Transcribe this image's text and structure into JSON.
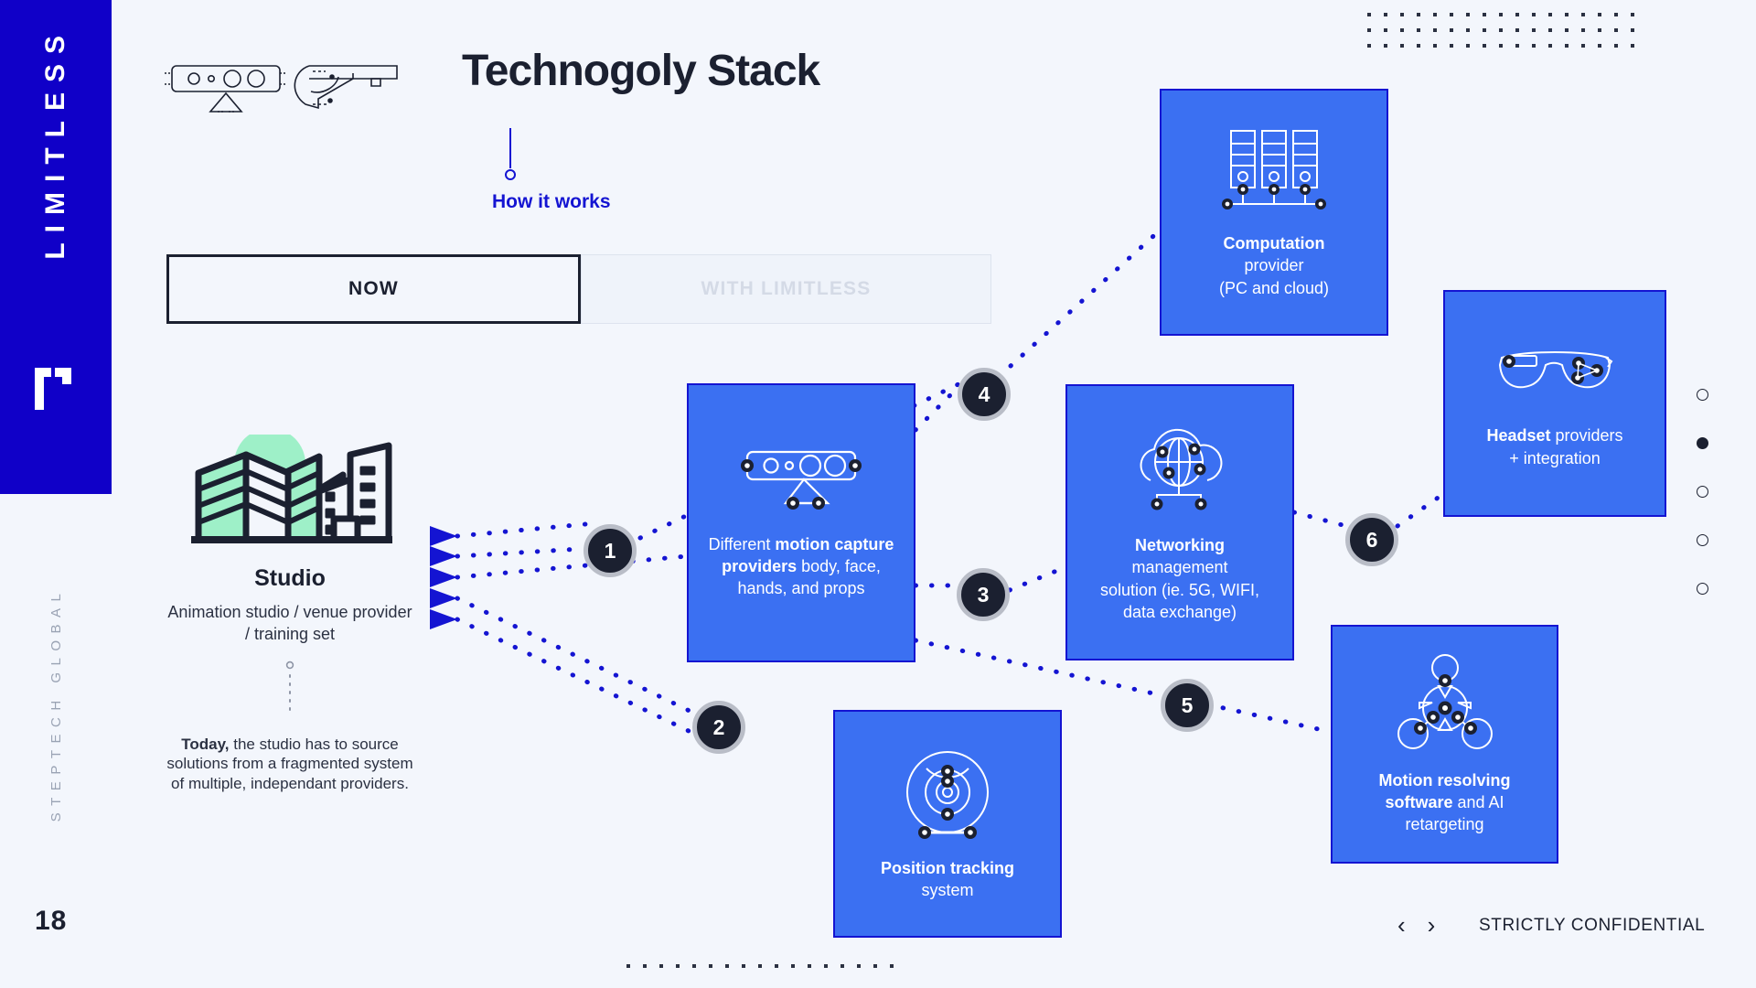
{
  "brand": {
    "name": "LIMITLESS",
    "logo_icon": "limitless-corner-logo-icon",
    "sub_brand": "STEPTECH GLOBAL",
    "page_number": "18"
  },
  "header": {
    "title": "Technogoly Stack",
    "subtitle": "How it works",
    "sensor_icon": "motion-capture-sensor-icon",
    "headset_icon": "vr-headset-icon",
    "connector_icon": "vertical-connector-icon"
  },
  "toggle": {
    "tabs": [
      {
        "label": "NOW",
        "active": true
      },
      {
        "label": "WITH LIMITLESS",
        "active": false
      }
    ]
  },
  "studio": {
    "icon": "city-buildings-icon",
    "title": "Studio",
    "description": "Animation studio / venue provider / training set",
    "note_lead": "Today,",
    "note_rest": " the studio has to source solutions from a fragmented system of multiple, independant providers.",
    "dotted_connector_icon": "dotted-vertical-line-icon"
  },
  "cards": {
    "computation": {
      "icon": "server-rack-icon",
      "line1_bold": "Computation",
      "line2": "provider",
      "line3": "(PC and cloud)"
    },
    "mocap": {
      "icon": "motion-capture-sensor-icon",
      "pre": "Different ",
      "bold": "motion capture providers",
      "post": " body, face, hands, and props"
    },
    "networking": {
      "icon": "cloud-globe-network-icon",
      "line1_bold": "Networking",
      "line2": "management",
      "line3": "solution (ie. 5G, WIFI,",
      "line4": "data exchange)"
    },
    "headset": {
      "icon": "ar-glasses-icon",
      "bold": "Headset",
      "post": " providers",
      "line2": "+ integration"
    },
    "position": {
      "icon": "position-tracking-radar-icon",
      "bold": "Position tracking",
      "line2": "system"
    },
    "motion": {
      "icon": "motion-solver-skeleton-icon",
      "bold1": "Motion resolving software",
      "post": " and AI",
      "line3": "retargeting"
    }
  },
  "steps": [
    {
      "number": "1"
    },
    {
      "number": "2"
    },
    {
      "number": "3"
    },
    {
      "number": "4"
    },
    {
      "number": "5"
    },
    {
      "number": "6"
    }
  ],
  "pagination": {
    "total": 5,
    "active_index": 1
  },
  "footer": {
    "prev_icon": "chevron-left-icon",
    "next_icon": "chevron-right-icon",
    "prev_label": "‹",
    "next_label": "›",
    "confidential": "STRICTLY CONFIDENTIAL"
  },
  "colors": {
    "brand_blue": "#1000c8",
    "card_blue": "#3b70f2",
    "card_border": "#1414d2",
    "accent_text": "#1414d2",
    "background": "#f3f6fc",
    "dark": "#1b2030",
    "mint": "#9ef0c8",
    "sky": "#7fd8f7"
  }
}
